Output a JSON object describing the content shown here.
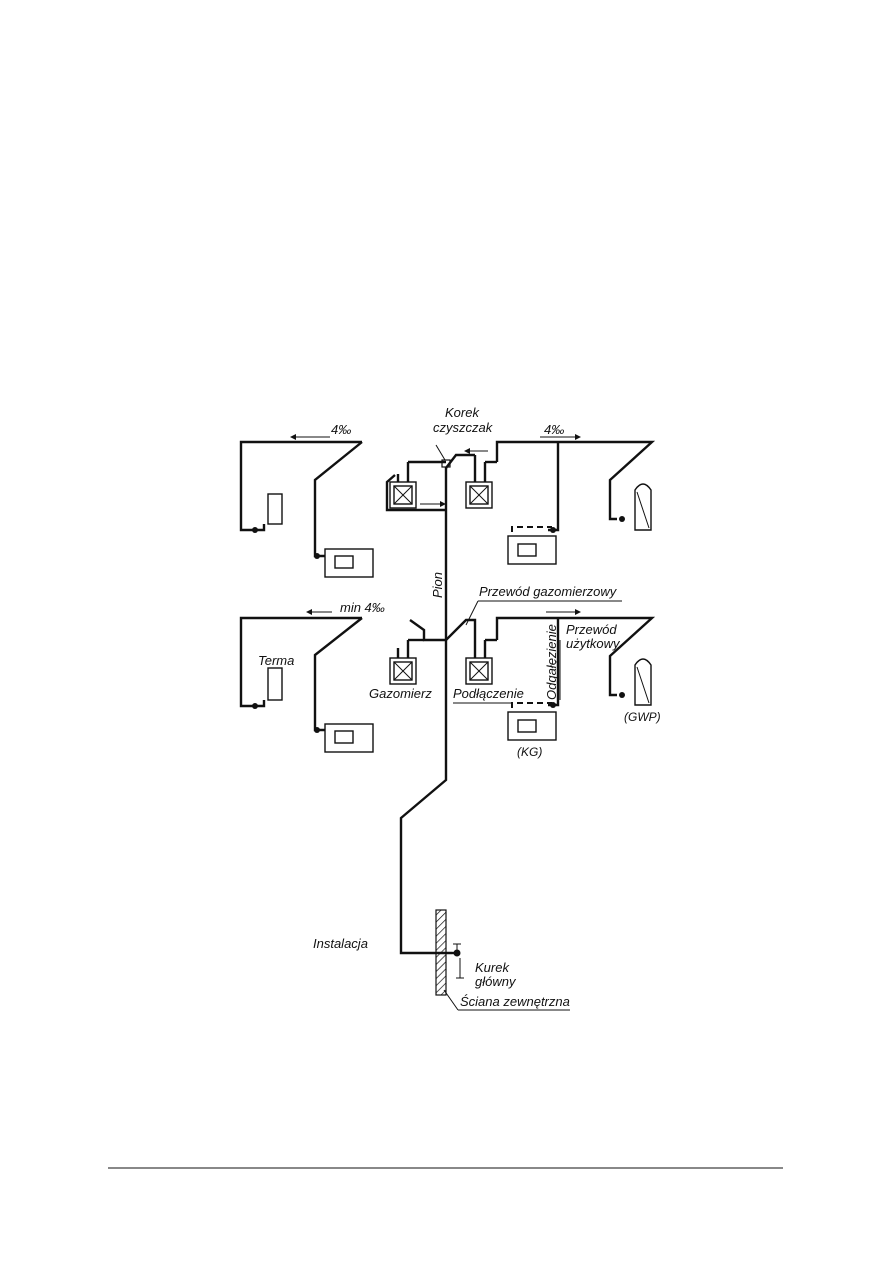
{
  "diagram": {
    "labels": {
      "korek_line1": "Korek",
      "korek_line2": "czyszczak",
      "slope_top_left": "4‰",
      "slope_top_right": "4‰",
      "slope_mid": "min 4‰",
      "pion": "Pion",
      "przewod_gazomierzowy": "Przewód gazomierzowy",
      "przewod_line1": "Przewód",
      "przewod_line2": "użytkowy",
      "odgalezienie": "Odgałęzienie",
      "terma": "Terma",
      "gazomierz": "Gazomierz",
      "podlaczenie": "Podłączenie",
      "kg": "(KG)",
      "gwp": "(GWP)",
      "instalacja": "Instalacja",
      "kurek_line1": "Kurek",
      "kurek_line2": "główny",
      "sciana": "Ściana zewnętrzna"
    }
  }
}
